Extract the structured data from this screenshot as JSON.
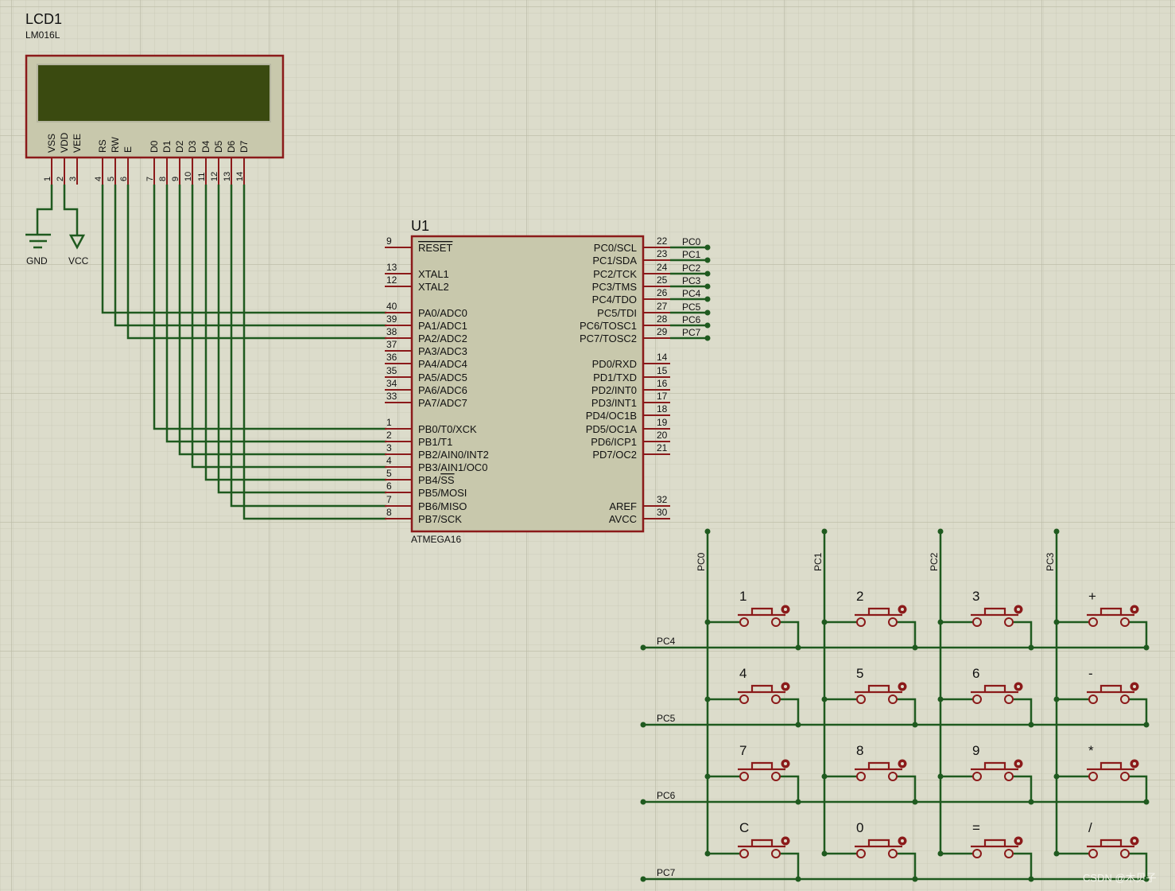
{
  "colors": {
    "background": "#dcdccb",
    "grid_fine": "#cbcbb8",
    "grid_major": "#b9b9a4",
    "wire": "#1f5a1f",
    "part_border": "#8b1a1a",
    "part_fill": "#c8c8ac",
    "lcd_screen": "#3a4a10",
    "pin_red": "#8b1a1a"
  },
  "lcd": {
    "ref": "LCD1",
    "model": "LM016L",
    "pins": [
      {
        "label": "VSS",
        "num": "1"
      },
      {
        "label": "VDD",
        "num": "2"
      },
      {
        "label": "VEE",
        "num": "3"
      },
      {
        "label": "RS",
        "num": "4"
      },
      {
        "label": "RW",
        "num": "5"
      },
      {
        "label": "E",
        "num": "6"
      },
      {
        "label": "D0",
        "num": "7"
      },
      {
        "label": "D1",
        "num": "8"
      },
      {
        "label": "D2",
        "num": "9"
      },
      {
        "label": "D3",
        "num": "10"
      },
      {
        "label": "D4",
        "num": "11"
      },
      {
        "label": "D5",
        "num": "12"
      },
      {
        "label": "D6",
        "num": "13"
      },
      {
        "label": "D7",
        "num": "14"
      }
    ]
  },
  "power": {
    "gnd_label": "GND",
    "vcc_label": "VCC"
  },
  "mcu": {
    "ref": "U1",
    "model": "ATMEGA16",
    "left_pins": [
      {
        "num": "9",
        "name": "RESET",
        "overline": true
      },
      {
        "num": "13",
        "name": "XTAL1"
      },
      {
        "num": "12",
        "name": "XTAL2"
      },
      {
        "num": "40",
        "name": "PA0/ADC0"
      },
      {
        "num": "39",
        "name": "PA1/ADC1"
      },
      {
        "num": "38",
        "name": "PA2/ADC2"
      },
      {
        "num": "37",
        "name": "PA3/ADC3"
      },
      {
        "num": "36",
        "name": "PA4/ADC4"
      },
      {
        "num": "35",
        "name": "PA5/ADC5"
      },
      {
        "num": "34",
        "name": "PA6/ADC6"
      },
      {
        "num": "33",
        "name": "PA7/ADC7"
      },
      {
        "num": "1",
        "name": "PB0/T0/XCK"
      },
      {
        "num": "2",
        "name": "PB1/T1"
      },
      {
        "num": "3",
        "name": "PB2/AIN0/INT2"
      },
      {
        "num": "4",
        "name": "PB3/AIN1/OC0"
      },
      {
        "num": "5",
        "name": "PB4/",
        "name_over": "SS"
      },
      {
        "num": "6",
        "name": "PB5/MOSI"
      },
      {
        "num": "7",
        "name": "PB6/MISO"
      },
      {
        "num": "8",
        "name": "PB7/SCK"
      }
    ],
    "right_pins": [
      {
        "num": "22",
        "name": "PC0/SCL",
        "net": "PC0"
      },
      {
        "num": "23",
        "name": "PC1/SDA",
        "net": "PC1"
      },
      {
        "num": "24",
        "name": "PC2/TCK",
        "net": "PC2"
      },
      {
        "num": "25",
        "name": "PC3/TMS",
        "net": "PC3"
      },
      {
        "num": "26",
        "name": "PC4/TDO",
        "net": "PC4"
      },
      {
        "num": "27",
        "name": "PC5/TDI",
        "net": "PC5"
      },
      {
        "num": "28",
        "name": "PC6/TOSC1",
        "net": "PC6"
      },
      {
        "num": "29",
        "name": "PC7/TOSC2",
        "net": "PC7"
      },
      {
        "num": "14",
        "name": "PD0/RXD"
      },
      {
        "num": "15",
        "name": "PD1/TXD"
      },
      {
        "num": "16",
        "name": "PD2/INT0"
      },
      {
        "num": "17",
        "name": "PD3/INT1"
      },
      {
        "num": "18",
        "name": "PD4/OC1B"
      },
      {
        "num": "19",
        "name": "PD5/OC1A"
      },
      {
        "num": "20",
        "name": "PD6/ICP1"
      },
      {
        "num": "21",
        "name": "PD7/OC2"
      },
      {
        "num": "32",
        "name": "AREF"
      },
      {
        "num": "30",
        "name": "AVCC"
      }
    ]
  },
  "keypad": {
    "column_nets": [
      "PC0",
      "PC1",
      "PC2",
      "PC3"
    ],
    "row_nets": [
      "PC4",
      "PC5",
      "PC6",
      "PC7"
    ],
    "keys": [
      [
        "1",
        "2",
        "3",
        "+"
      ],
      [
        "4",
        "5",
        "6",
        "-"
      ],
      [
        "7",
        "8",
        "9",
        "*"
      ],
      [
        "C",
        "0",
        "=",
        "/"
      ]
    ]
  },
  "watermark": "CSDN @木贝子"
}
